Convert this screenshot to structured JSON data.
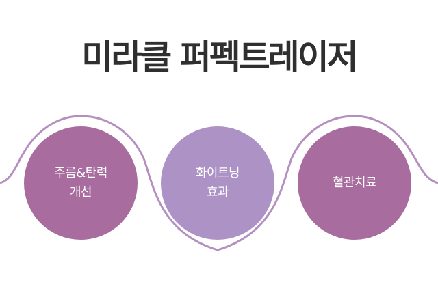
{
  "title": "미라클 퍼펙트레이저",
  "colors": {
    "background": "#ffffff",
    "title": "#2f2f2f",
    "circle_dark": "#a86c9e",
    "circle_light": "#ad93c5",
    "wave_line": "#b48fc0",
    "circle_text": "#ffffff"
  },
  "circles": [
    {
      "lines": [
        "주름&탄력",
        "개선"
      ]
    },
    {
      "lines": [
        "화이트닝",
        "효과"
      ]
    },
    {
      "lines": [
        "혈관치료"
      ]
    }
  ]
}
